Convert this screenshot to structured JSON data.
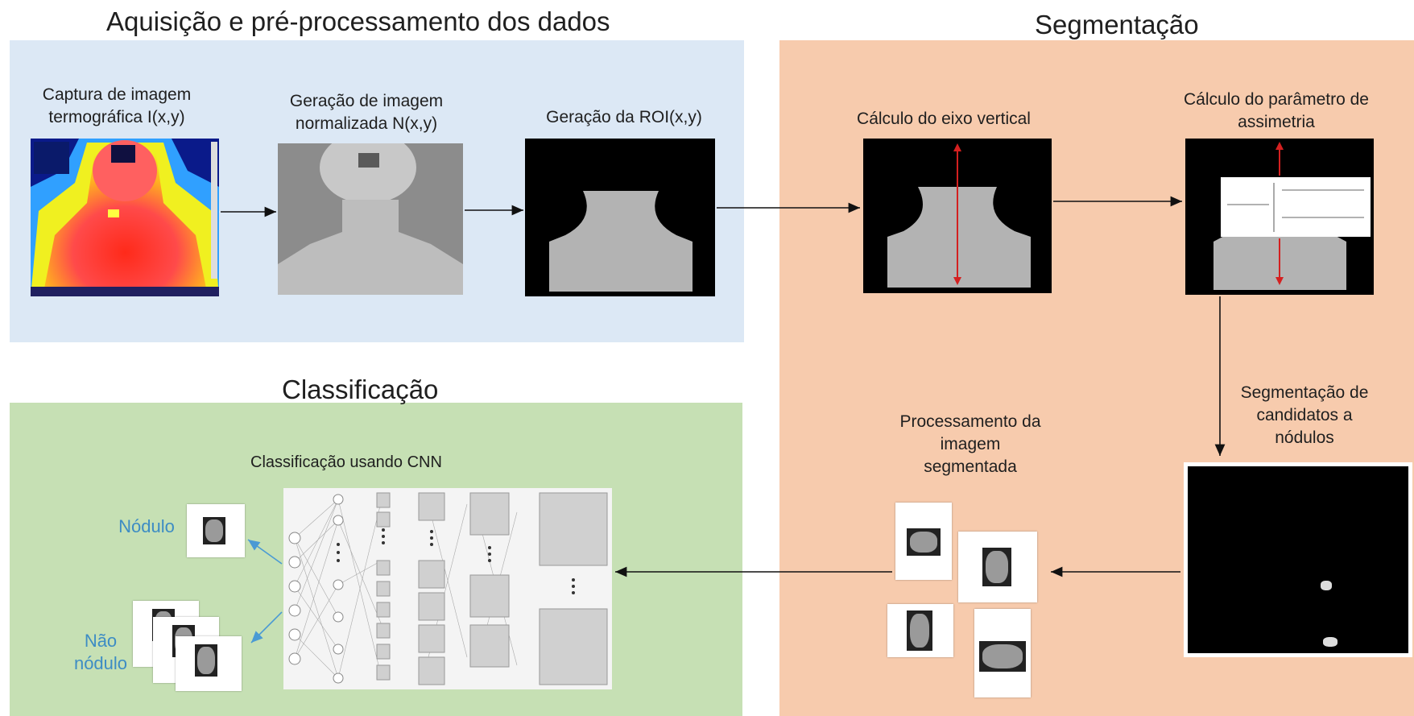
{
  "sections": {
    "acquisition_title": "Aquisição e pré-processamento dos dados",
    "segmentation_title": "Segmentação",
    "classification_title": "Classificação"
  },
  "steps": {
    "capture": "Captura de imagem termográfica I(x,y)",
    "normalized": "Geração de imagem normalizada N(x,y)",
    "roi": "Geração da ROI(x,y)",
    "vertical_axis": "Cálculo do eixo vertical",
    "asymmetry": "Cálculo do parâmetro de assimetria",
    "candidates": "Segmentação de candidatos a nódulos",
    "processing": "Processamento da imagem segmentada",
    "cnn": "Classificação usando CNN"
  },
  "outputs": {
    "nodule": "Nódulo",
    "non_nodule": "Não nódulo"
  },
  "colors": {
    "acquisition_bg": "#dce8f5",
    "segmentation_bg": "#f7cbad",
    "classification_bg": "#c6e0b4",
    "axis_arrow": "#d42020",
    "blue_arrow": "#4a9ad4"
  }
}
